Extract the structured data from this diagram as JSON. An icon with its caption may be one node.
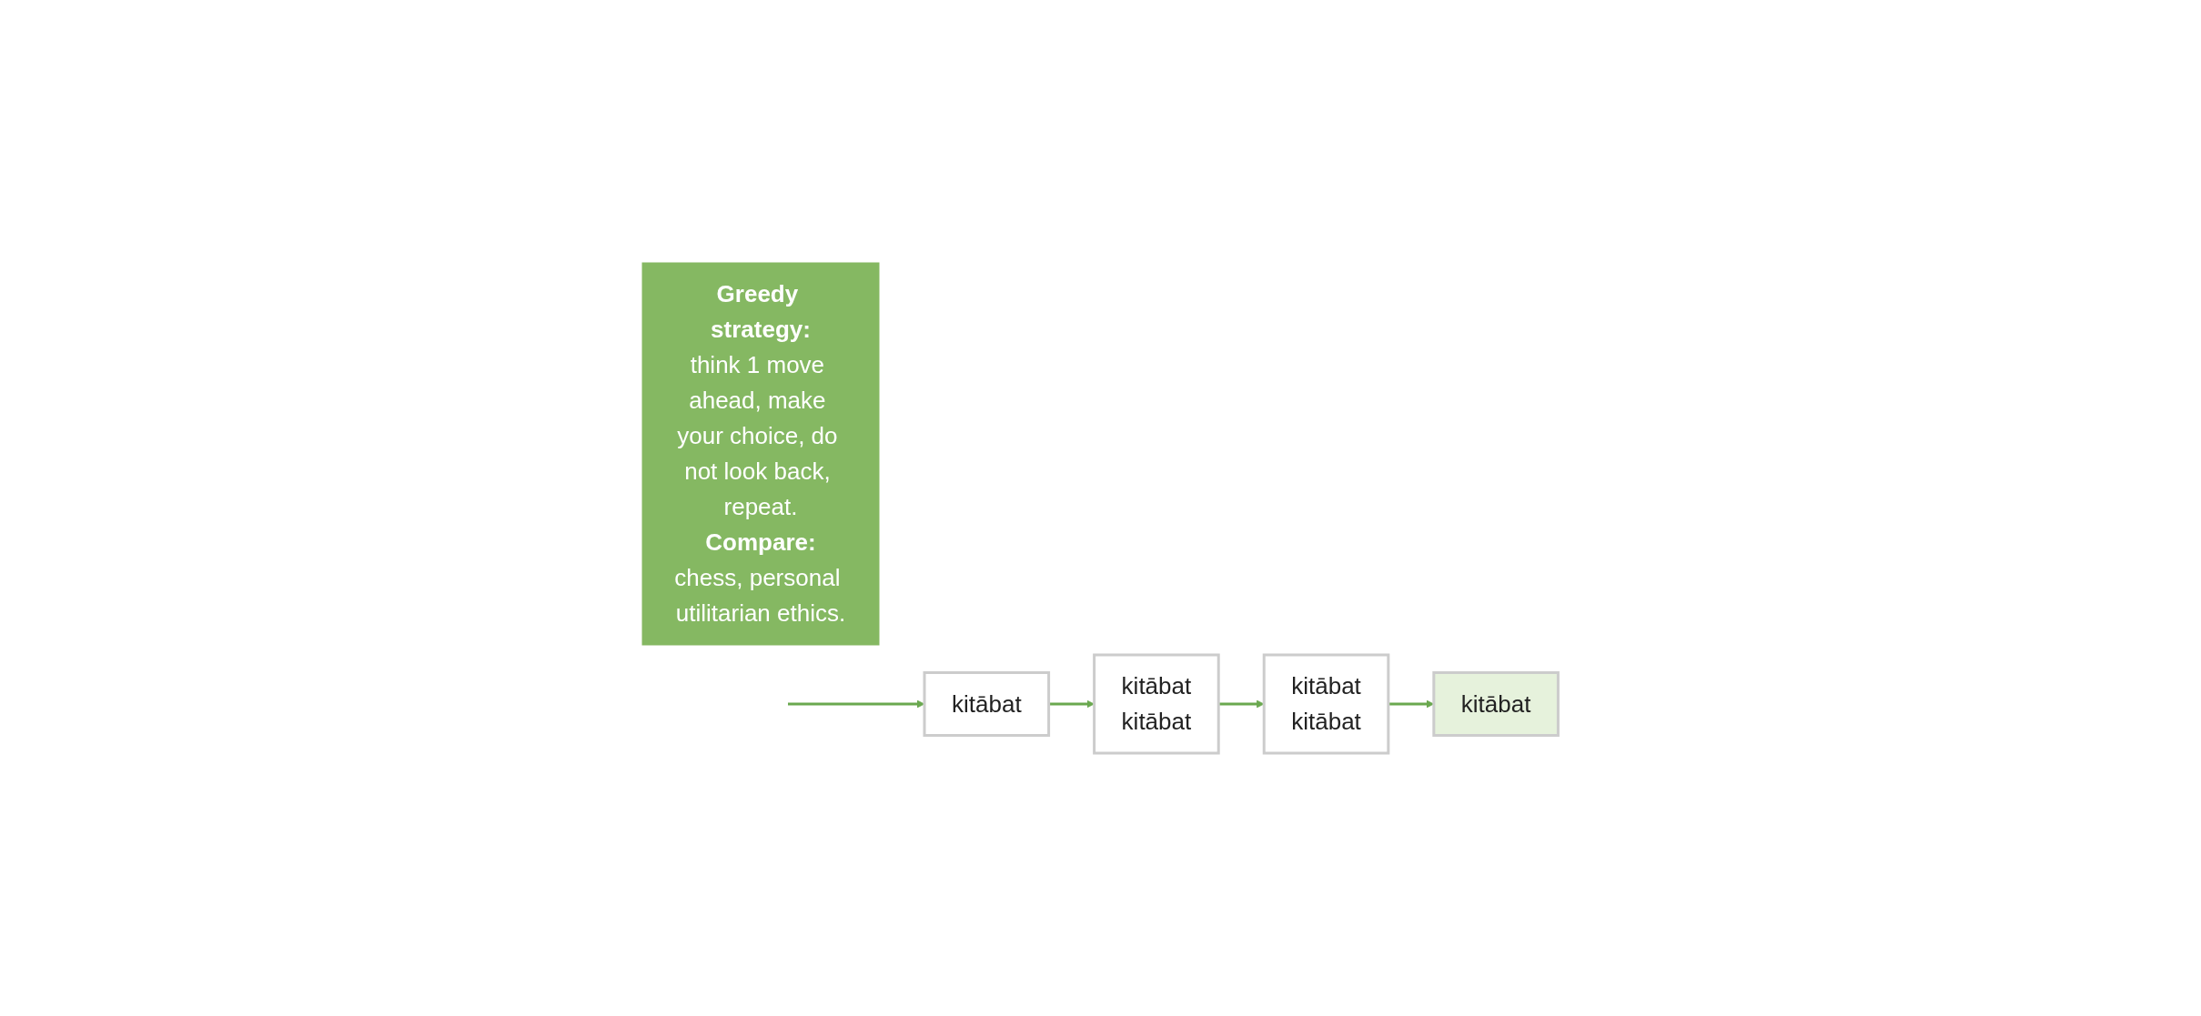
{
  "diagram": {
    "nodes": [
      {
        "text": [
          "kitābat"
        ]
      },
      {
        "text": [
          "kitābat",
          "kitābat"
        ]
      },
      {
        "text": [
          "kitābat",
          "kitābat"
        ]
      },
      {
        "text": [
          "kitābat"
        ]
      },
      {
        "text": [
          "Greedy strategy:",
          "think 1 move ahead, make your choice, do not look back, repeat.",
          "Compare:",
          "chess, personal utilitarian ethics."
        ]
      }
    ],
    "edges": [
      {
        "from": null,
        "to": 0,
        "arrow": "to"
      },
      {
        "from": 0,
        "to": 1,
        "arrow": "to"
      },
      {
        "from": 1,
        "to": 2,
        "arrow": "to"
      },
      {
        "from": 2,
        "to": 3,
        "arrow": "to"
      }
    ]
  }
}
